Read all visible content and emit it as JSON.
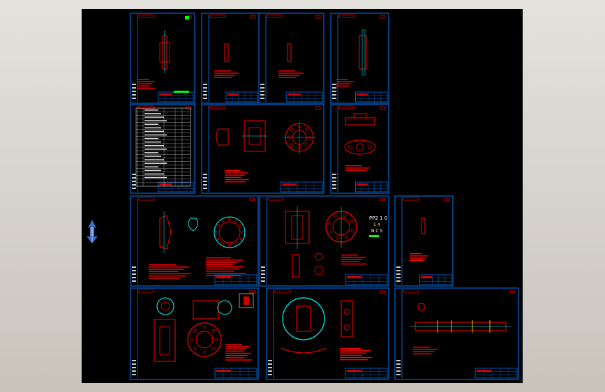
{
  "canvas": {
    "background": "#000000",
    "frame_color": "#0078ff",
    "drawing_color": "#ff0000",
    "dimension_color": "#00ffff",
    "text_color": "#ff0000",
    "accent_green": "#00ff00",
    "accent_yellow": "#ffff00",
    "accent_white": "#ffffff"
  },
  "sheets": [
    {
      "id": "s1",
      "kind": "flange-side"
    },
    {
      "id": "s2",
      "kind": "bracket"
    },
    {
      "id": "s3",
      "kind": "bracket"
    },
    {
      "id": "s4",
      "kind": "plate-side"
    },
    {
      "id": "s5",
      "kind": "parts-list"
    },
    {
      "id": "s6",
      "kind": "body-assembly"
    },
    {
      "id": "s7",
      "kind": "valve-plate"
    },
    {
      "id": "s8",
      "kind": "disc-detail"
    },
    {
      "id": "s9",
      "kind": "valve-main"
    },
    {
      "id": "s10",
      "kind": "small-part"
    },
    {
      "id": "s11",
      "kind": "gear-operator"
    },
    {
      "id": "s12",
      "kind": "disc-circle"
    },
    {
      "id": "s13",
      "kind": "shaft"
    }
  ],
  "labels": {
    "valve_model_line1": "PP2 1 0",
    "valve_model_line2": "1 4",
    "valve_model_line3": "N C S"
  },
  "icons": {
    "ucs": "ucs-axis-icon"
  }
}
